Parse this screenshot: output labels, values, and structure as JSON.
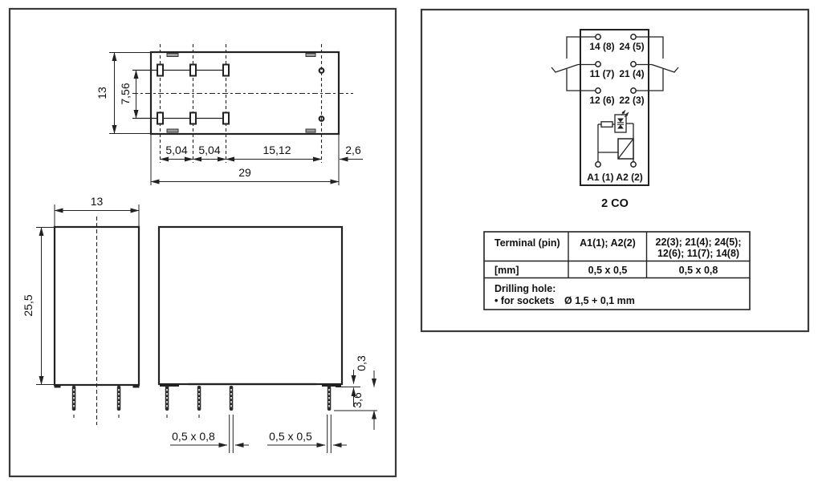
{
  "left_panel": {
    "top_view": {
      "width_label": "13",
      "pin_row_pitch": "7,56",
      "pitch_a": "5,04",
      "pitch_b": "5,04",
      "pitch_c": "15,12",
      "edge_offset": "2,6",
      "total_length": "29"
    },
    "front_view": {
      "width_label": "13",
      "height_label": "25,5"
    },
    "side_view": {
      "standoff_label": "0,3",
      "pin_length_label": "3,6",
      "pin_cross_section_a": "0,5 x 0,8",
      "pin_cross_section_b": "0,5 x 0,5"
    }
  },
  "right_panel": {
    "schematic": {
      "contact_labels": [
        [
          "14 (8)",
          "24 (5)"
        ],
        [
          "11 (7)",
          "21 (4)"
        ],
        [
          "12 (6)",
          "22 (3)"
        ]
      ],
      "coil_label": "A1 (1) A2 (2)",
      "configuration": "2 CO"
    },
    "table": {
      "header_col1": "Terminal (pin)",
      "header_col2": "A1(1); A2(2)",
      "header_col3_line1": "22(3); 21(4); 24(5);",
      "header_col3_line2": "12(6); 11(7); 14(8)",
      "row_mm_label": "[mm]",
      "row_mm_col2": "0,5 x 0,5",
      "row_mm_col3": "0,5 x 0,8",
      "drilling_title": "Drilling hole:",
      "drilling_item": "• for sockets",
      "drilling_value": "Ø 1,5 + 0,1 mm"
    }
  },
  "colors": {
    "line": "#222222",
    "panel_border": "#3a3a3a",
    "text": "#111111",
    "notch_fill": "#9a9a9a",
    "background": "#ffffff"
  }
}
